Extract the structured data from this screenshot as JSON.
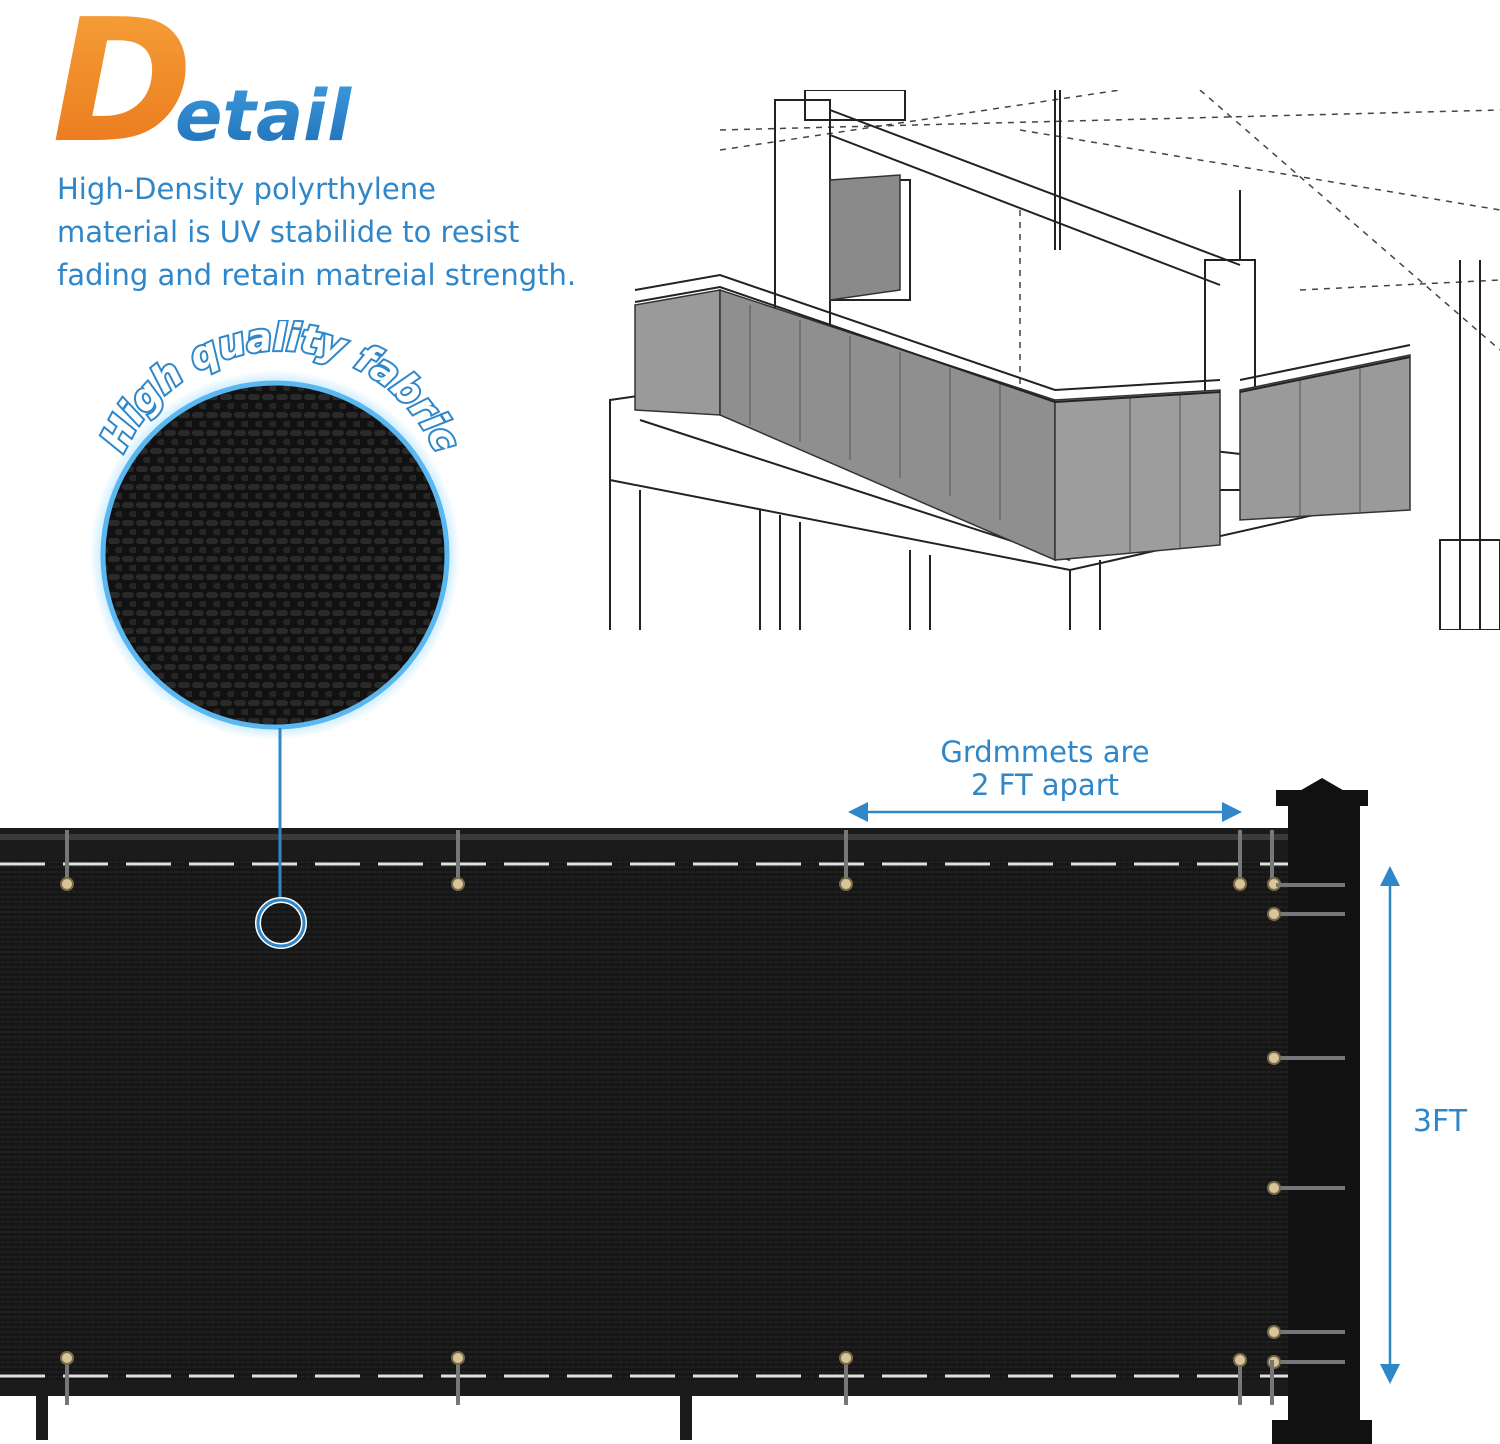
{
  "title": {
    "initial": "D",
    "rest": "etail"
  },
  "description": {
    "lines": [
      "High-Density polyrthylene",
      "material is UV stabilide to resist",
      "fading and retain matreial strength."
    ]
  },
  "badge": {
    "label": "High quality fabric"
  },
  "grommet_note": {
    "lines": [
      "Grdmmets are",
      "2 FT apart"
    ]
  },
  "height_note": {
    "label": "3FT"
  },
  "colors": {
    "accent_blue": "#2f87c9",
    "title_orange": "#f08a1c",
    "fabric": "#1a1a1a"
  }
}
